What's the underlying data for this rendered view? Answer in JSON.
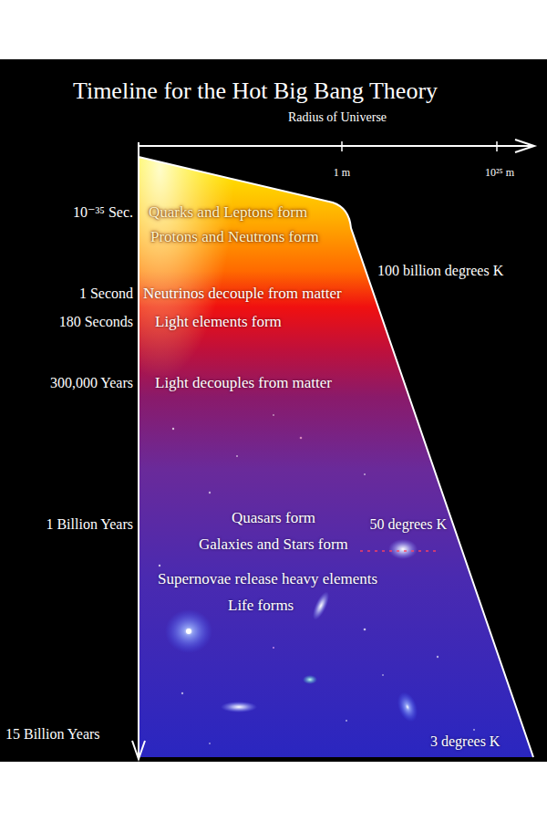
{
  "diagram": {
    "title": "Timeline for the Hot Big Bang Theory",
    "labels": [
      "Radius of Universe",
      "1 m",
      "10²⁵ m",
      "10⁻³⁵ Sec.",
      "Quarks and Leptons form",
      "Protons and Neutrons form",
      "100 billion degrees K",
      "1 Second",
      "Neutrinos decouple from matter",
      "180 Seconds",
      "Light elements form",
      "300,000 Years",
      "Light decouples from matter",
      "1 Billion Years",
      "Quasars form",
      "50 degrees K",
      "Galaxies and Stars form",
      "Supernovae release heavy elements",
      "Life forms",
      "15 Billion Years",
      "3 degrees K"
    ]
  }
}
